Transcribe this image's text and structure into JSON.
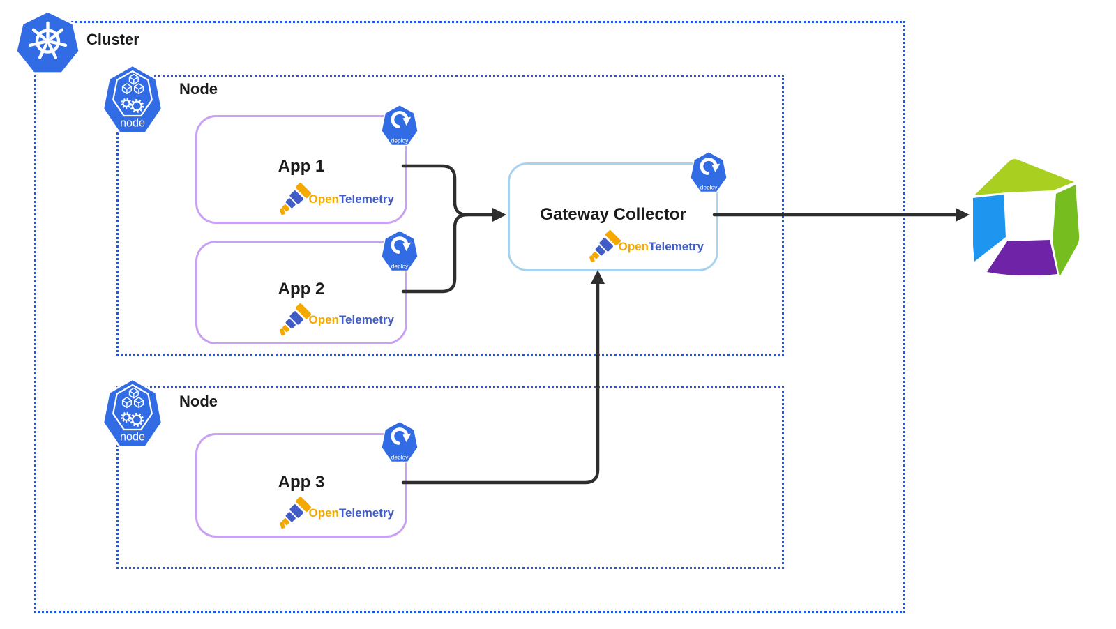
{
  "diagram": {
    "cluster": {
      "label": "Cluster"
    },
    "nodes": [
      {
        "label": "Node",
        "apps": [
          {
            "title": "App 1"
          },
          {
            "title": "App 2"
          }
        ]
      },
      {
        "label": "Node",
        "apps": [
          {
            "title": "App 3"
          }
        ]
      }
    ],
    "gateway": {
      "title": "Gateway Collector"
    },
    "badges": {
      "deploy": "deploy",
      "node": "node"
    },
    "otel": {
      "open": "Open",
      "telemetry": "Telemetry"
    }
  },
  "colors": {
    "kubernetes_blue": "#326ce5",
    "cluster_border": "#2457e0",
    "app_border": "#c9a1f2",
    "gateway_border": "#a8d2ee",
    "arrow": "#2e2e2e",
    "otel_orange": "#f5a800",
    "otel_blue": "#425cc7",
    "dynatrace_lime": "#a9d021",
    "dynatrace_green": "#76be20",
    "dynatrace_blue": "#1e96f0",
    "dynatrace_purple": "#6f24a8"
  }
}
